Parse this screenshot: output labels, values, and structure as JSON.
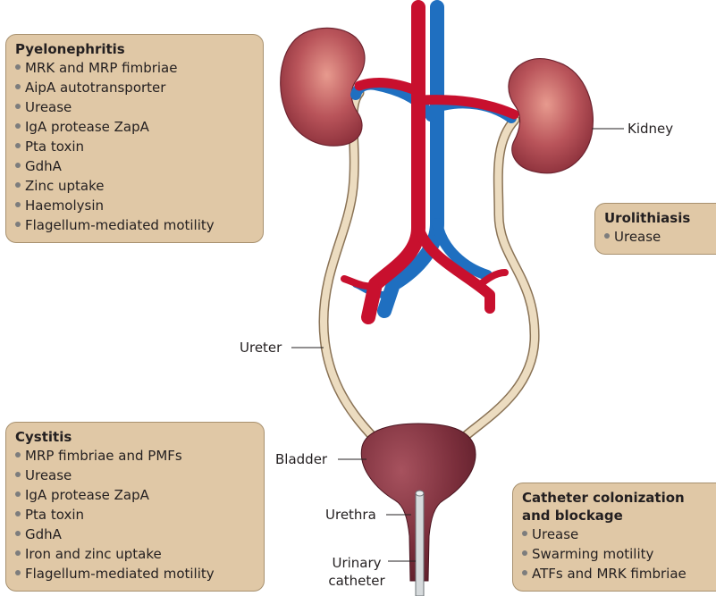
{
  "boxes": {
    "pyelonephritis": {
      "title": "Pyelonephritis",
      "items": [
        "MRK and MRP fimbriae",
        "AipA autotransporter",
        "Urease",
        "IgA protease ZapA",
        "Pta toxin",
        "GdhA",
        "Zinc uptake",
        "Haemolysin",
        "Flagellum-mediated motility"
      ]
    },
    "cystitis": {
      "title": "Cystitis",
      "items": [
        "MRP fimbriae and PMFs",
        "Urease",
        "IgA protease ZapA",
        "Pta toxin",
        "GdhA",
        "Iron and zinc uptake",
        "Flagellum-mediated motility"
      ]
    },
    "urolithiasis": {
      "title": "Urolithiasis",
      "items": [
        "Urease"
      ]
    },
    "catheter": {
      "title": "Catheter colonization and blockage",
      "items": [
        "Urease",
        "Swarming motility",
        "ATFs and MRK fimbriae"
      ]
    }
  },
  "labels": {
    "kidney": "Kidney",
    "ureter": "Ureter",
    "bladder": "Bladder",
    "urethra": "Urethra",
    "catheter": "Urinary catheter"
  },
  "colors": {
    "box_fill": "#e0c8a6",
    "box_border": "#a8916f",
    "kidney": "#a8444a",
    "artery": "#c8102e",
    "vein": "#1f6fc0",
    "ureter": "#e8d6b8",
    "bladder": "#7a2e3b",
    "bullet": "#7d7d7d"
  }
}
